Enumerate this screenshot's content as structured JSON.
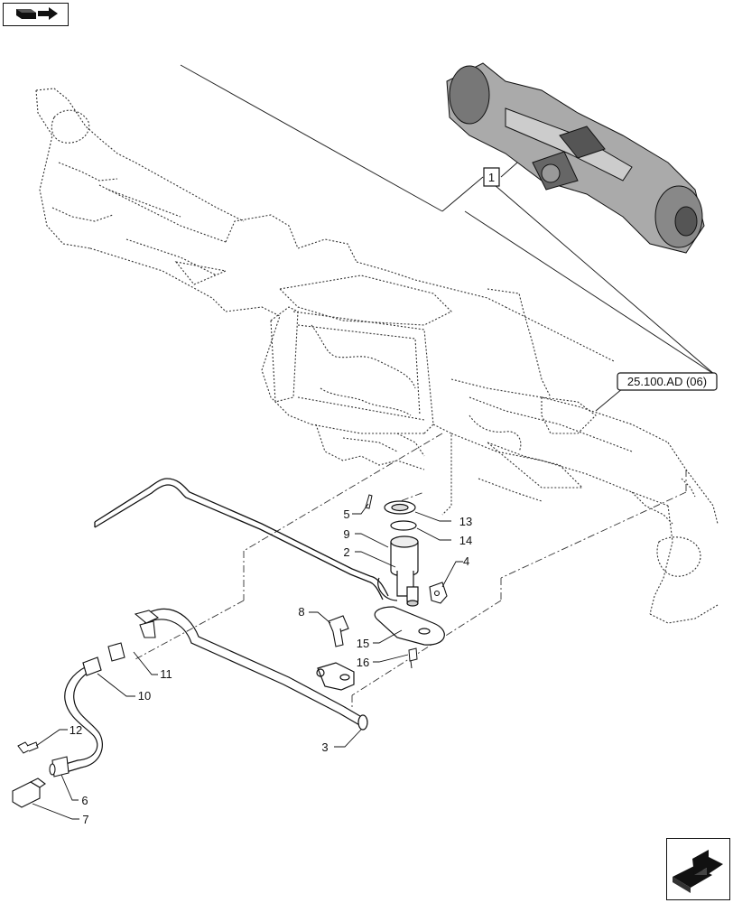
{
  "diagram": {
    "reference_box": "25.100.AD (06)",
    "detail_callout": "1",
    "callouts": [
      {
        "id": "c2",
        "text": "2"
      },
      {
        "id": "c3",
        "text": "3"
      },
      {
        "id": "c4",
        "text": "4"
      },
      {
        "id": "c5",
        "text": "5"
      },
      {
        "id": "c6",
        "text": "6"
      },
      {
        "id": "c7",
        "text": "7"
      },
      {
        "id": "c8",
        "text": "8"
      },
      {
        "id": "c9",
        "text": "9"
      },
      {
        "id": "c10",
        "text": "10"
      },
      {
        "id": "c11",
        "text": "11"
      },
      {
        "id": "c12",
        "text": "12"
      },
      {
        "id": "c13",
        "text": "13"
      },
      {
        "id": "c14",
        "text": "14"
      },
      {
        "id": "c15",
        "text": "15"
      },
      {
        "id": "c16",
        "text": "16"
      }
    ]
  },
  "icons": {
    "top_left": "book-arrow-icon",
    "bottom_right": "next-page-arrow-icon"
  }
}
